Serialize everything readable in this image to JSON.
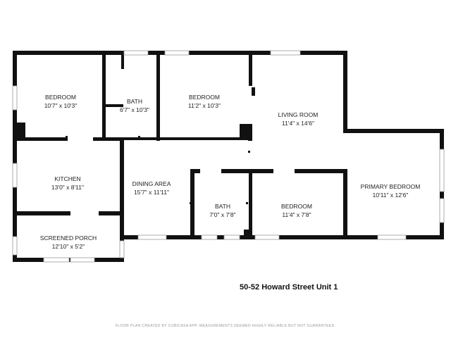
{
  "rooms": [
    {
      "name": "BEDROOM",
      "dims": "10'7\" x 10'3\""
    },
    {
      "name": "BATH",
      "dims": "6'7\" x 10'3\""
    },
    {
      "name": "BEDROOM",
      "dims": "11'2\" x 10'3\""
    },
    {
      "name": "LIVING ROOM",
      "dims": "11'4\" x 14'6\""
    },
    {
      "name": "KITCHEN",
      "dims": "13'0\" x 8'11\""
    },
    {
      "name": "DINING AREA",
      "dims": "15'7\" x 11'11\""
    },
    {
      "name": "BATH",
      "dims": "7'0\" x 7'8\""
    },
    {
      "name": "BEDROOM",
      "dims": "11'4\" x 7'8\""
    },
    {
      "name": "PRIMARY BEDROOM",
      "dims": "10'11\" x 12'6\""
    },
    {
      "name": "SCREENED PORCH",
      "dims": "12'10\" x 5'2\""
    }
  ],
  "address": "50-52 Howard Street Unit 1",
  "disclaimer": "FLOOR PLAN CREATED BY CUBICASA APP. MEASUREMENTS DEEMED HIGHLY RELIABLE BUT NOT GUARANTEED.",
  "colors": {
    "wall": "#111111",
    "window": "#cfcfcf",
    "background": "#ffffff"
  }
}
